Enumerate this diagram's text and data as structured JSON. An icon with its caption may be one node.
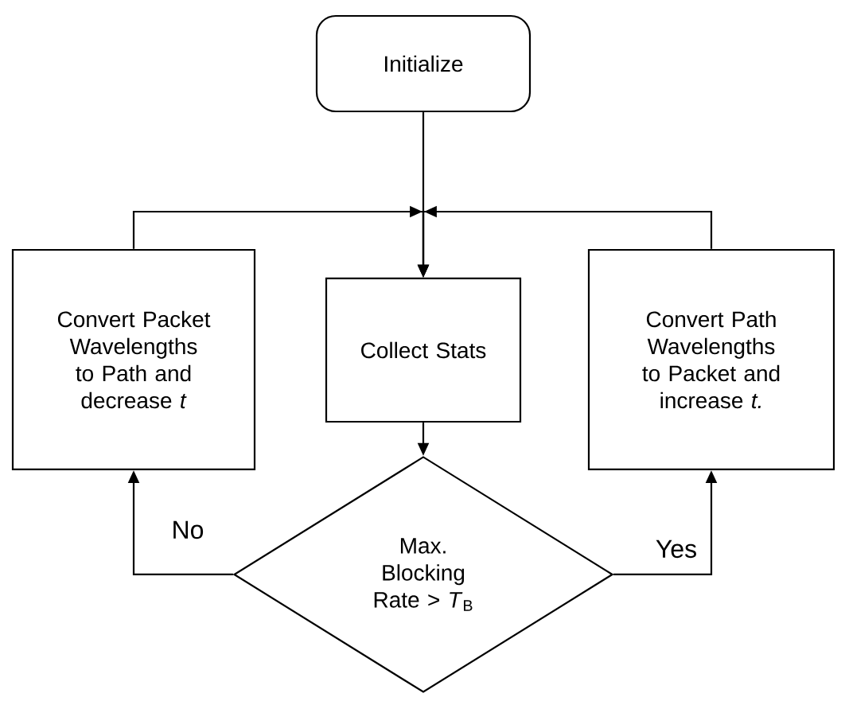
{
  "diagram": {
    "nodes": [
      {
        "text": [
          "Initialize"
        ]
      },
      {
        "text": [
          "Convert Packet Wavelengths to Path and decrease *t*"
        ]
      },
      {
        "text": [
          "Collect Stats"
        ]
      },
      {
        "text": [
          "Convert Path Wavelengths to Packet and increase *t.*"
        ]
      },
      {
        "text": [
          "Max. Blocking Rate > *T*$_{B}$"
        ]
      }
    ],
    "edges": [
      {
        "from": 0,
        "to": 2,
        "arrow": "to"
      },
      {
        "from": 1,
        "to": 2,
        "arrow": "to"
      },
      {
        "from": 3,
        "to": 2,
        "arrow": "to"
      },
      {
        "from": 2,
        "to": 4,
        "arrow": "to"
      },
      {
        "from": 4,
        "to": 1,
        "arrow": "to",
        "label": "No"
      },
      {
        "from": 4,
        "to": 3,
        "arrow": "to",
        "label": "Yes"
      }
    ]
  }
}
